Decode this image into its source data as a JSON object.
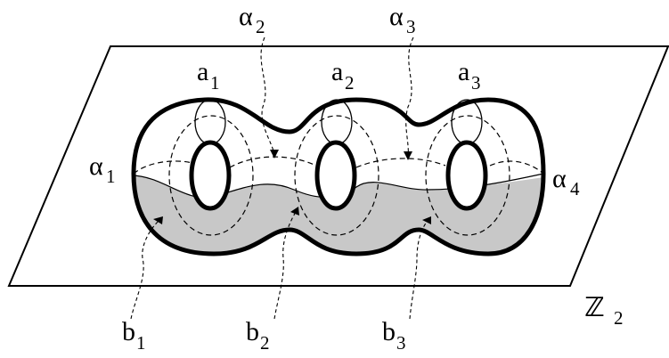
{
  "labels": {
    "alpha1": {
      "base": "α",
      "sub": "1"
    },
    "alpha2": {
      "base": "α",
      "sub": "2"
    },
    "alpha3": {
      "base": "α",
      "sub": "3"
    },
    "alpha4": {
      "base": "α",
      "sub": "4"
    },
    "a1": {
      "base": "a",
      "sub": "1"
    },
    "a2": {
      "base": "a",
      "sub": "2"
    },
    "a3": {
      "base": "a",
      "sub": "3"
    },
    "b1": {
      "base": "b",
      "sub": "1"
    },
    "b2": {
      "base": "b",
      "sub": "2"
    },
    "b3": {
      "base": "b",
      "sub": "3"
    },
    "z2": {
      "base": "ℤ",
      "sub": "2"
    }
  },
  "colors": {
    "shading": "#c8c8c8",
    "stroke": "#000000",
    "background": "#ffffff"
  }
}
